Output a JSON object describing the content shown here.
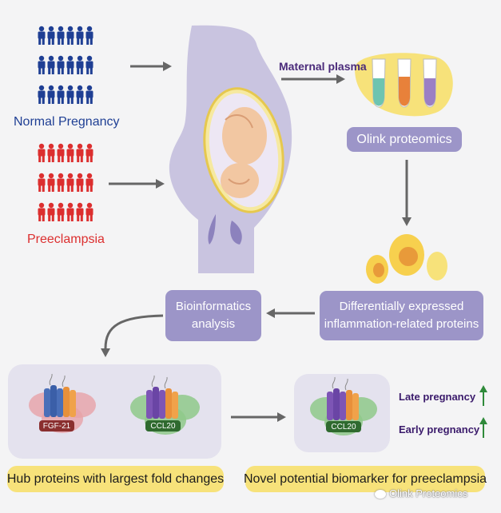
{
  "groups": {
    "normal_label": "Normal Pregnancy",
    "preeclampsia_label": "Preeclampsia"
  },
  "steps": {
    "maternal_plasma": "Maternal plasma",
    "olink": "Olink proteomics",
    "dep_line1": "Differentially expressed",
    "dep_line2": "inflammation-related proteins",
    "bio_line1": "Bioinformatics",
    "bio_line2": "analysis"
  },
  "proteins": {
    "fgf21": "FGF-21",
    "ccl20_left": "CCL20",
    "ccl20_right": "CCL20"
  },
  "trends": {
    "late": "Late pregnancy",
    "early": "Early pregnancy"
  },
  "captions": {
    "hub": "Hub proteins with largest fold changes",
    "novel": "Novel potential biomarker for preeclampsia"
  },
  "watermark": "Olink Proteomics",
  "colors": {
    "normal_blue": "#1f3f94",
    "preeclampsia_red": "#dc2f2f",
    "pill_purple": "#9c95c8",
    "caption_yellow": "#f7e27a",
    "trend_purple": "#3a1a6b",
    "trend_arrow_green": "#2f8a3a"
  }
}
